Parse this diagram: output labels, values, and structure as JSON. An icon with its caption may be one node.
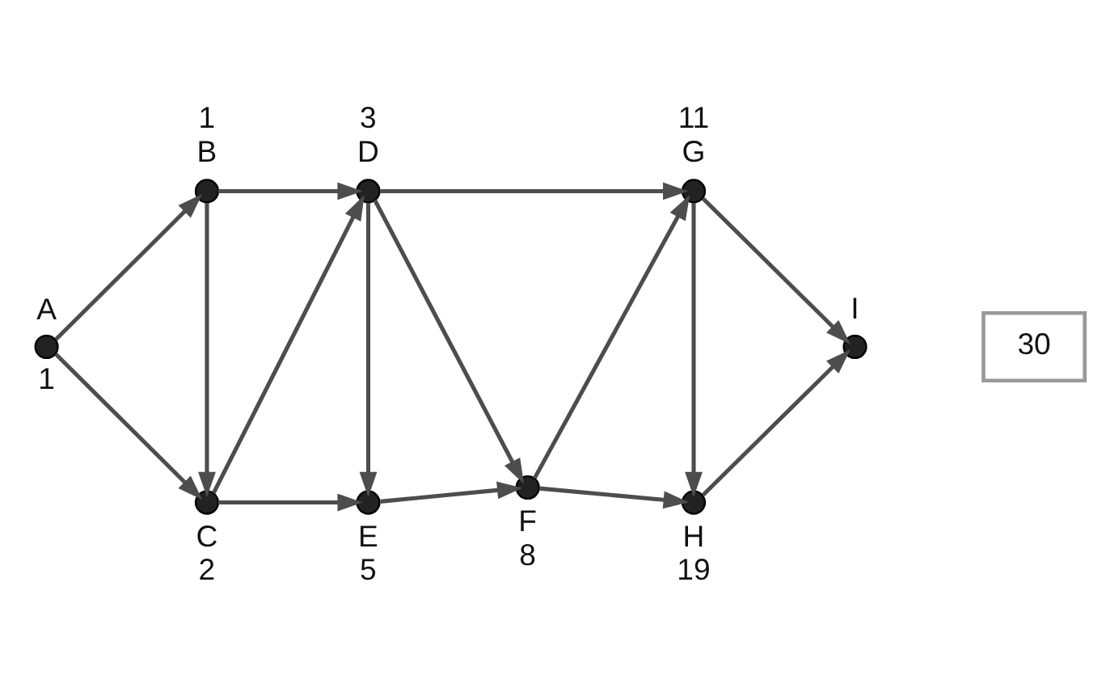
{
  "diagram": {
    "nodes": [
      {
        "text": [],
        "shape": "circle",
        "beside": [
          "A",
          "1"
        ]
      },
      {
        "text": [],
        "shape": "circle",
        "beside": [
          "1",
          "B"
        ]
      },
      {
        "text": [],
        "shape": "circle",
        "beside": [
          "C",
          "2"
        ]
      },
      {
        "text": [],
        "shape": "circle",
        "beside": [
          "3",
          "D"
        ]
      },
      {
        "text": [],
        "shape": "circle",
        "beside": [
          "E",
          "5"
        ]
      },
      {
        "text": [],
        "shape": "circle",
        "beside": [
          "F",
          "8"
        ]
      },
      {
        "text": [],
        "shape": "circle",
        "beside": [
          "11",
          "G"
        ]
      },
      {
        "text": [],
        "shape": "circle",
        "beside": [
          "H",
          "19"
        ]
      },
      {
        "text": [],
        "shape": "circle",
        "beside": [
          "I"
        ]
      },
      {
        "text": [
          "30"
        ]
      }
    ],
    "edges": [
      {
        "from": 0,
        "to": 1,
        "arrow": "to"
      },
      {
        "from": 0,
        "to": 2,
        "arrow": "to"
      },
      {
        "from": 1,
        "to": 3,
        "arrow": "to"
      },
      {
        "from": 1,
        "to": 2,
        "arrow": "to"
      },
      {
        "from": 2,
        "to": 3,
        "arrow": "to"
      },
      {
        "from": 2,
        "to": 4,
        "arrow": "to"
      },
      {
        "from": 3,
        "to": 6,
        "arrow": "to"
      },
      {
        "from": 3,
        "to": 4,
        "arrow": "to"
      },
      {
        "from": 3,
        "to": 5,
        "arrow": "to"
      },
      {
        "from": 4,
        "to": 5,
        "arrow": "to"
      },
      {
        "from": 5,
        "to": 6,
        "arrow": "to"
      },
      {
        "from": 5,
        "to": 7,
        "arrow": "to"
      },
      {
        "from": 6,
        "to": 7,
        "arrow": "to"
      },
      {
        "from": 6,
        "to": 8,
        "arrow": "to"
      },
      {
        "from": 7,
        "to": 8,
        "arrow": "to"
      }
    ]
  }
}
